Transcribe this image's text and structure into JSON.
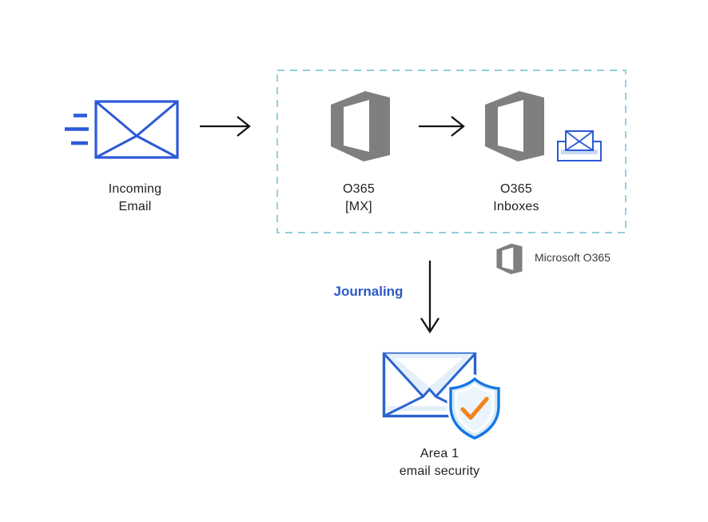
{
  "canvas": {
    "background": "#ffffff"
  },
  "colors": {
    "envelope_blue": "#2d5ad7",
    "area1_blue": "#2a64ce",
    "shield_azure": "#1577e3",
    "check_orange": "#f28520",
    "office_gray": "#7f7f7f",
    "dashed_border_teal": "#80c9d8",
    "light_blue_fill": "#e4effa",
    "arrow_black": "#141414",
    "label_text": "#1f1f1f",
    "journaling_blue": "#2b59c6"
  },
  "nodes": {
    "incoming": {
      "lines": [
        "Incoming",
        "Email"
      ]
    },
    "o365_mx": {
      "lines": [
        "O365",
        "[MX]"
      ]
    },
    "o365_inboxes": {
      "lines": [
        "O365",
        "Inboxes"
      ]
    },
    "area1": {
      "lines": [
        "Area 1",
        "email security"
      ]
    }
  },
  "flow": {
    "journaling_label": "Journaling"
  },
  "legend": {
    "label": "Microsoft O365"
  },
  "icons": {
    "incoming": "envelope-with-speed-lines-icon",
    "o365": "office365-logo-icon",
    "inboxes_extra": "inbox-tray-envelope-icon",
    "area1": "envelope-shield-check-icon",
    "arrow_right": "arrow-right-icon",
    "arrow_down": "arrow-down-icon"
  }
}
